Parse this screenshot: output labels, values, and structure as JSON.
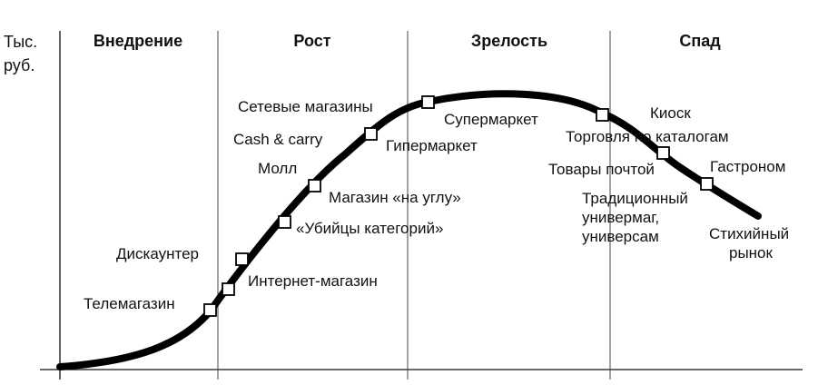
{
  "axis": {
    "y_unit_line1": "Тыс.",
    "y_unit_line2": "руб."
  },
  "phases": [
    {
      "label": "Внедрение"
    },
    {
      "label": "Рост"
    },
    {
      "label": "Зрелость"
    },
    {
      "label": "Спад"
    }
  ],
  "labels": {
    "telemagazin": "Телемагазин",
    "internet": "Интернет-магазин",
    "diskaunter": "Дискаунтер",
    "ubiytsy": "«Убийцы категорий»",
    "na_uglu": "Магазин «на углу»",
    "moll": "Молл",
    "cash": "Cash & carry",
    "setevye": "Сетевые магазины",
    "giper": "Гипермаркет",
    "super": "Супермаркет",
    "katalogi": "Торговля по каталогам",
    "kiosk": "Киоск",
    "pochta": "Товары почтой",
    "gastronom": "Гастроном",
    "trad_1": "Традиционный",
    "trad_2": "универмаг,",
    "trad_3": "универсам",
    "rynok_1": "Стихийный",
    "rynok_2": "рынок"
  }
}
